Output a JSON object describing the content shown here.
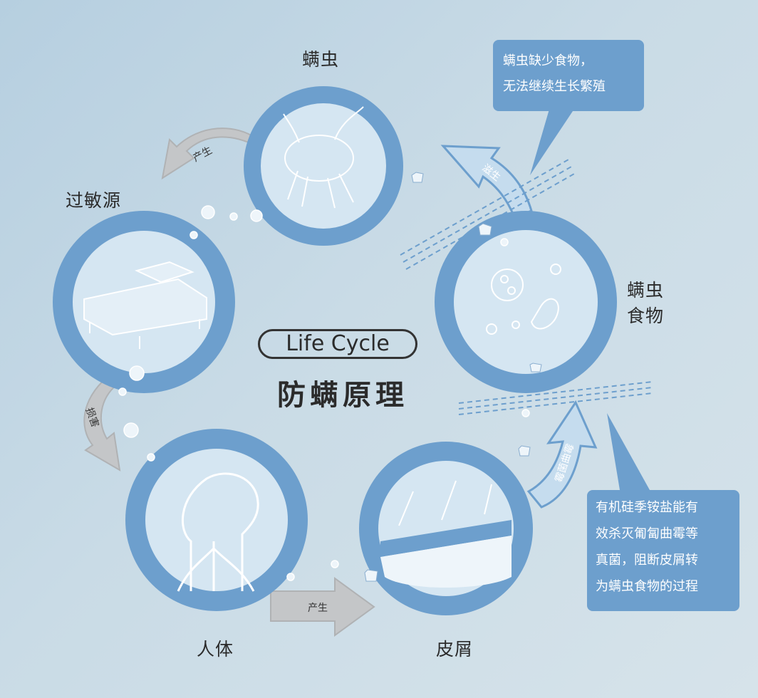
{
  "title": {
    "english": "Life Cycle",
    "chinese": "防螨原理"
  },
  "nodes": {
    "mite": "螨虫",
    "allergen": "过敏源",
    "human": "人体",
    "dander": "皮屑",
    "mite_food": "螨虫食物"
  },
  "arrows": {
    "mite_to_allergen": "产生",
    "allergen_to_human": "损害",
    "human_to_dander": "产生",
    "dander_to_food": "霉菌曲霉",
    "food_to_mite": "滋生"
  },
  "callouts": {
    "top": [
      "螨虫缺少食物，",
      "无法继续生长繁殖"
    ],
    "bottom": [
      "有机硅季铵盐能有",
      "效杀灭匍匐曲霉等",
      "真菌，阻断皮屑转",
      "为螨虫食物的过程"
    ]
  },
  "colors": {
    "ring": "#6d9fcd",
    "ring_inner": "#d5e6f2",
    "arrow_blue": "#6d9fcd",
    "arrow_gray": "#c4c6c8",
    "callout_bg": "#6d9fcd"
  }
}
